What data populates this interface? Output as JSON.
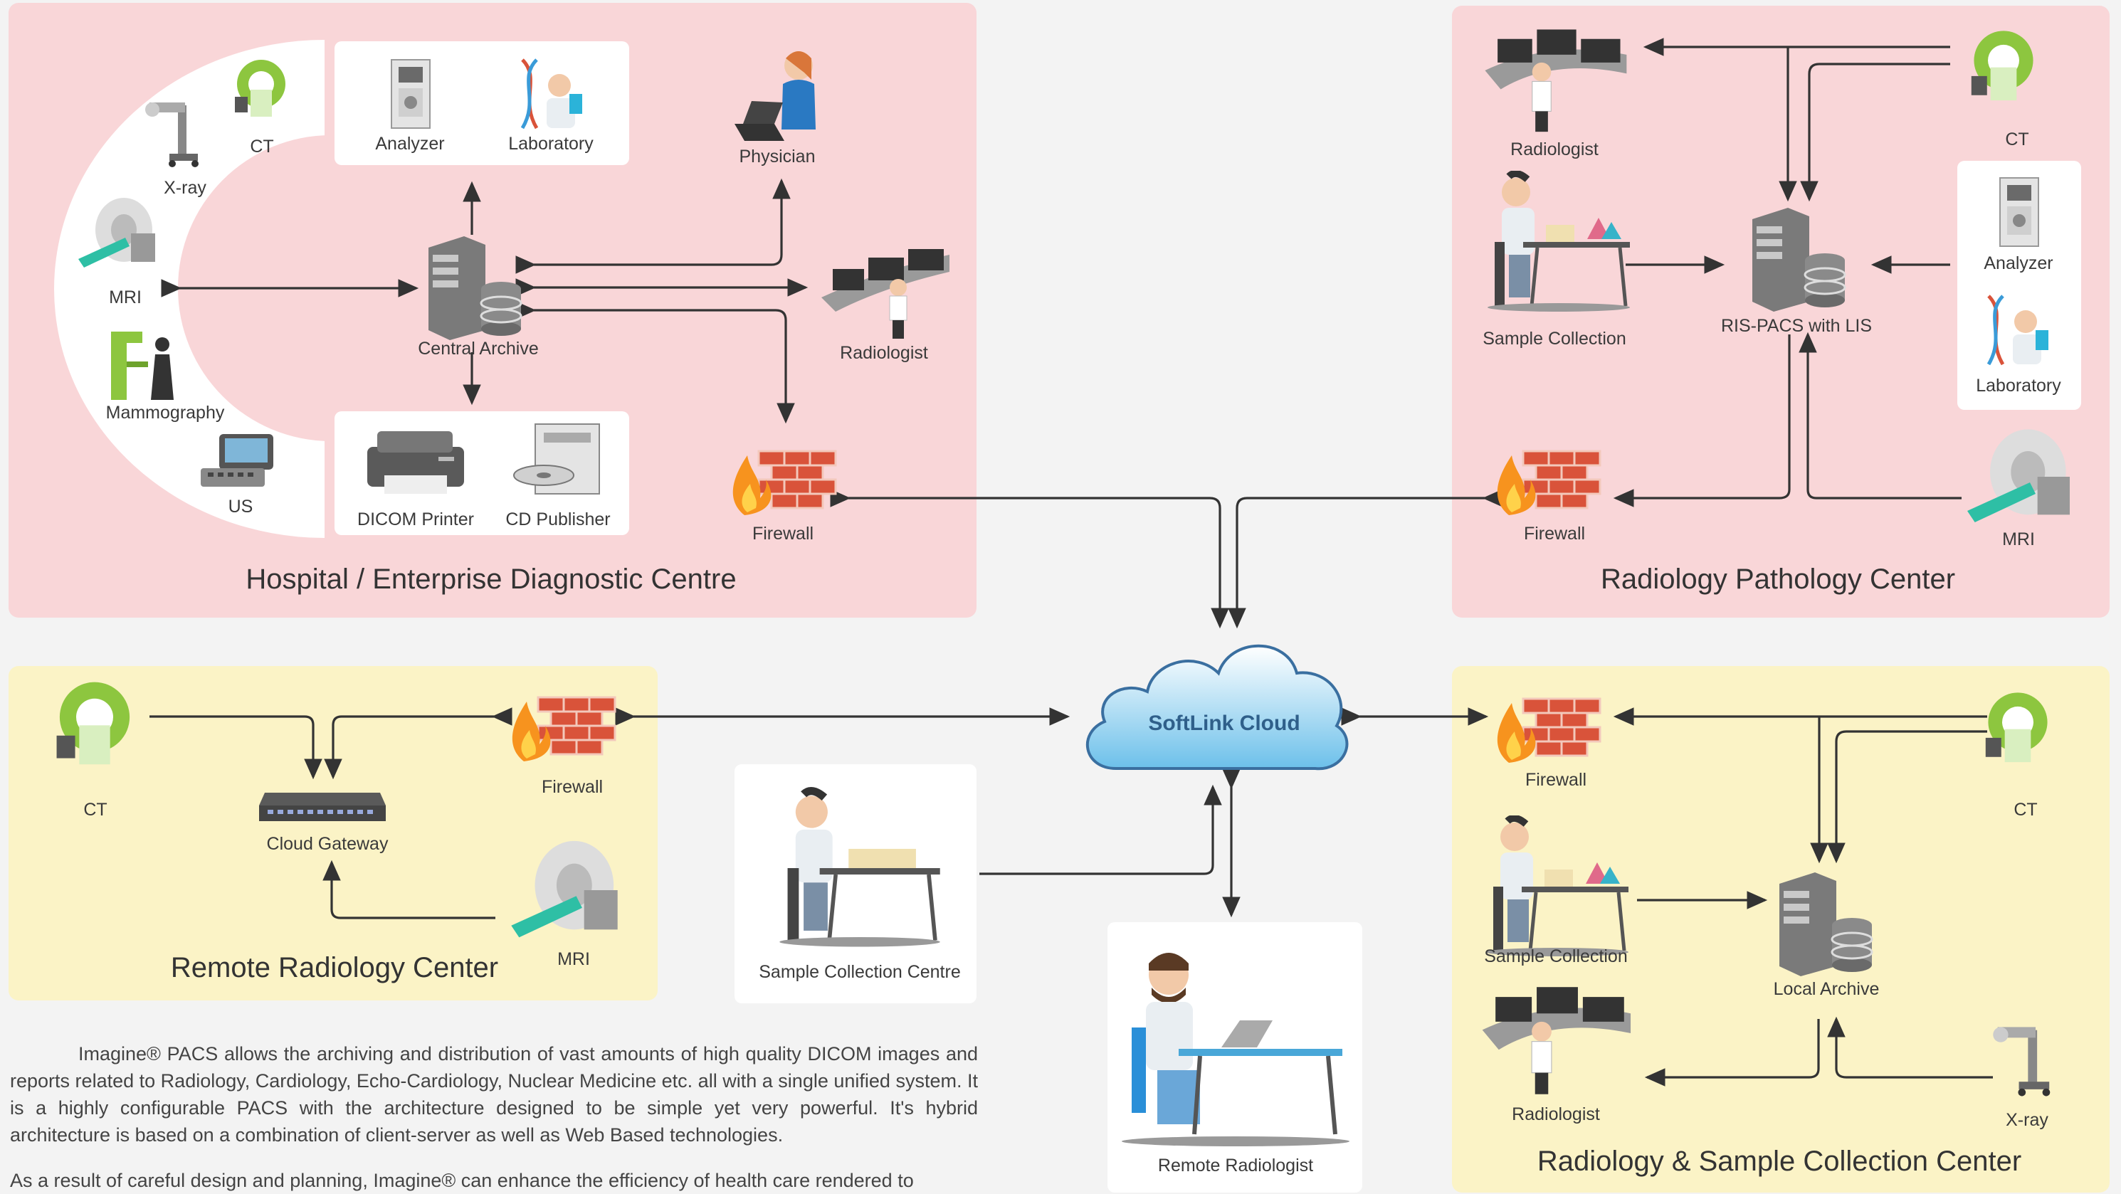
{
  "hospital": {
    "title": "Hospital / Enterprise Diagnostic Centre",
    "ct": "CT",
    "xray": "X-ray",
    "mri": "MRI",
    "mammography": "Mammography",
    "us": "US",
    "analyzer": "Analyzer",
    "laboratory": "Laboratory",
    "central_archive": "Central Archive",
    "dicom_printer": "DICOM Printer",
    "cd_publisher": "CD Publisher",
    "physician": "Physician",
    "radiologist": "Radiologist",
    "firewall": "Firewall"
  },
  "pathology": {
    "title": "Radiology Pathology Center",
    "radiologist": "Radiologist",
    "ct": "CT",
    "sample_collection": "Sample Collection",
    "ris_pacs": "RIS-PACS with LIS",
    "analyzer": "Analyzer",
    "laboratory": "Laboratory",
    "firewall": "Firewall",
    "mri": "MRI"
  },
  "remote": {
    "title": "Remote Radiology Center",
    "ct": "CT",
    "cloud_gateway": "Cloud Gateway",
    "firewall": "Firewall",
    "mri": "MRI"
  },
  "cloud": {
    "label": "SoftLink Cloud"
  },
  "sample_centre": {
    "label": "Sample Collection Centre"
  },
  "remote_radiologist": {
    "label": "Remote Radiologist"
  },
  "sample_center": {
    "title": "Radiology & Sample Collection Center",
    "firewall": "Firewall",
    "ct": "CT",
    "sample_collection": "Sample Collection",
    "local_archive": "Local Archive",
    "radiologist": "Radiologist",
    "xray": "X-ray"
  },
  "description": {
    "p1": "Imagine® PACS allows the archiving and distribution of vast amounts of high quality DICOM images and reports related to Radiology, Cardiology, Echo-Cardiology, Nuclear Medicine etc. all with a single unified system. It is a highly configurable PACS with the architecture designed to be simple yet very powerful. It's hybrid architecture is based on a combination of client-server as well as Web Based technologies.",
    "p2": "As a result of careful design and planning, Imagine® can enhance the efficiency of health care rendered to"
  },
  "colors": {
    "pink_panel": "#f9d6d8",
    "yellow_panel": "#fbf3c6",
    "ct_green": "#8dc63f",
    "cloud_blue": "#7fc8ec",
    "firewall_red": "#d9533a"
  }
}
